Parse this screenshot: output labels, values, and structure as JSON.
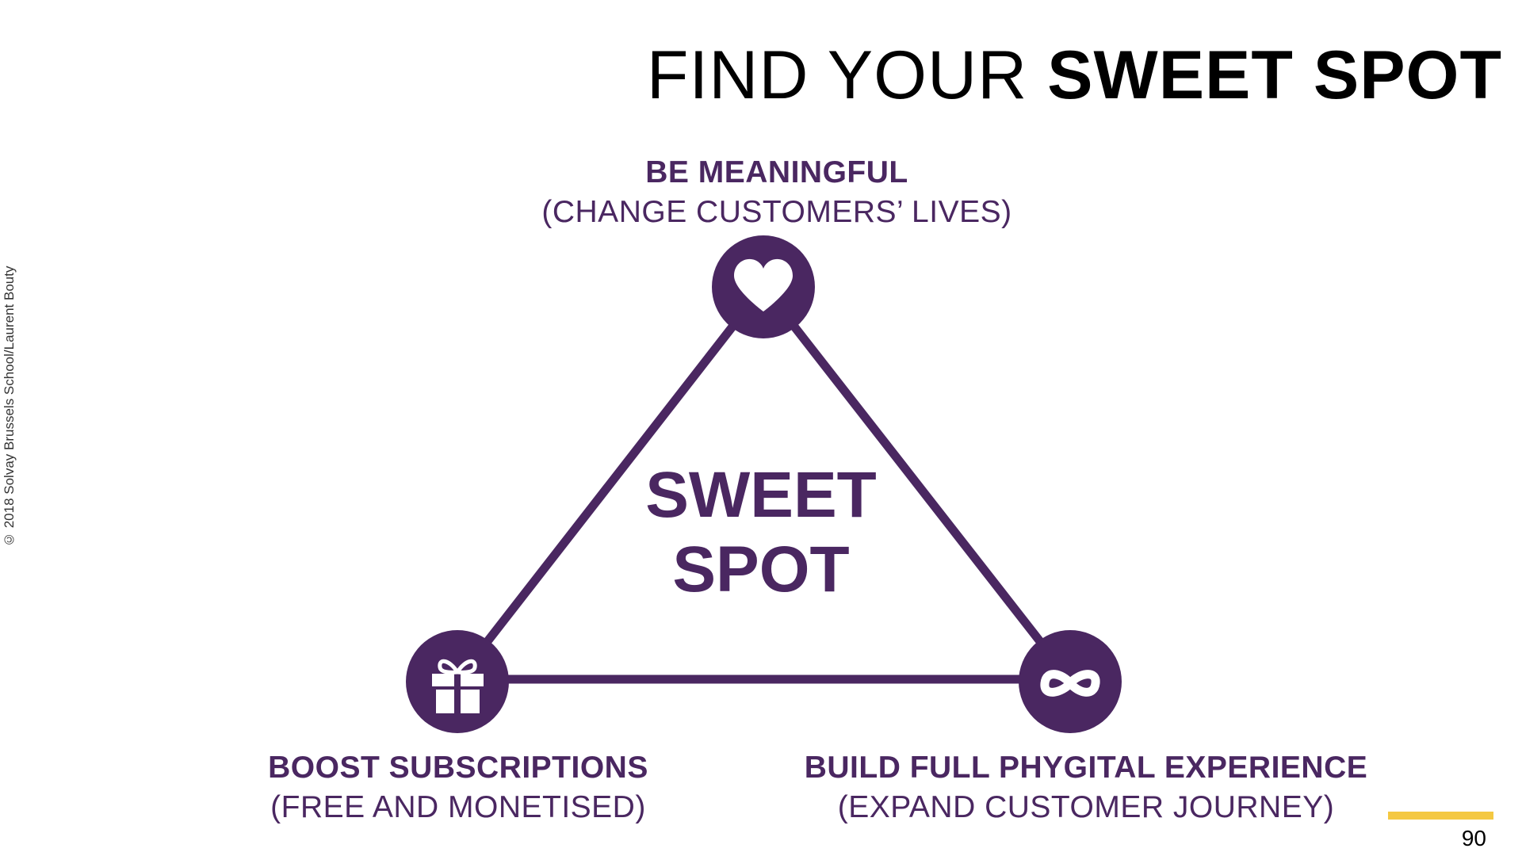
{
  "title": {
    "light": "FIND YOUR ",
    "bold": "SWEET SPOT"
  },
  "copyright": "© 2018 Solvay Brussels School/Laurent Bouty",
  "diagram": {
    "center": {
      "line1": "SWEET",
      "line2": "SPOT"
    },
    "top": {
      "heading": "BE MEANINGFUL",
      "subheading": "(CHANGE CUSTOMERS’ LIVES)",
      "icon": "heart-icon"
    },
    "bottom_left": {
      "heading": "BOOST SUBSCRIPTIONS",
      "subheading": "(FREE AND MONETISED)",
      "icon": "gift-icon"
    },
    "bottom_right": {
      "heading": "BUILD FULL PHYGITAL EXPERIENCE",
      "subheading": "(EXPAND CUSTOMER JOURNEY)",
      "icon": "infinity-icon"
    }
  },
  "colors": {
    "primary": "#4a2761",
    "accent": "#f4c842",
    "text": "#000000"
  },
  "page_number": "90"
}
